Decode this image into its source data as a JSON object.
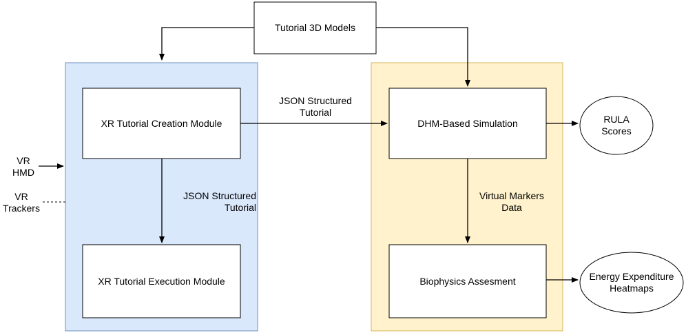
{
  "diagram": {
    "nodes": {
      "tutorial_models": "Tutorial 3D Models",
      "creation_module": "XR Tutorial Creation Module",
      "execution_module": "XR Tutorial Execution Module",
      "dhm_simulation": "DHM-Based Simulation",
      "biophysics": "Biophysics Assesment",
      "rula": "RULA\nScores",
      "energy": "Energy  Expenditure\nHeatmaps"
    },
    "inputs": {
      "vr_hmd": "VR\nHMD",
      "vr_trackers": "VR\nTrackers"
    },
    "edges": {
      "json_right": "JSON Structured\nTutorial",
      "json_down": "JSON Structured\nTutorial",
      "virtual_markers": "Virtual Markers\nData"
    },
    "colors": {
      "left_group_fill": "#dae8fc",
      "left_group_border": "#6c8ebf",
      "right_group_fill": "#fff2cc",
      "right_group_border": "#d6b656"
    }
  }
}
